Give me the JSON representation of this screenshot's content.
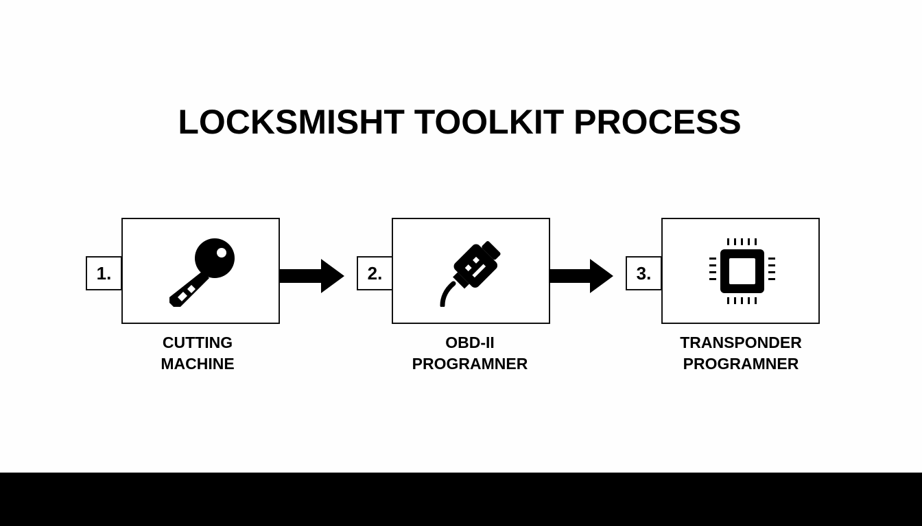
{
  "title": "LOCKSMISHT TOOLKIT PROCESS",
  "steps": [
    {
      "number": "1.",
      "icon": "key-icon",
      "label_line1": "CUTTING",
      "label_line2": "MACHINE"
    },
    {
      "number": "2.",
      "icon": "obd-connector-icon",
      "label_line1": "OBD-II",
      "label_line2": "PROGRAMNER"
    },
    {
      "number": "3.",
      "icon": "chip-icon",
      "label_line1": "TRANSPONDER",
      "label_line2": "PROGRAMNER"
    }
  ],
  "colors": {
    "foreground": "#000000",
    "background": "#ffffff",
    "footer_bar": "#000000"
  }
}
